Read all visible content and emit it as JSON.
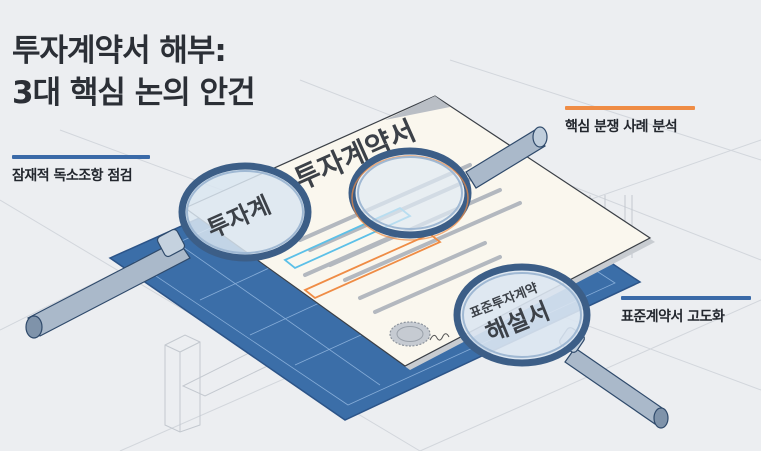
{
  "title": {
    "line1": "투자계약서 해부:",
    "line2": "3대 핵심 논의 안건"
  },
  "callouts": [
    {
      "label": "잠재적 독소조항 점검",
      "bar_color": "#3a6aa8"
    },
    {
      "label": "핵심 분쟁 사례 분석",
      "bar_color": "#ef8c45"
    },
    {
      "label": "표준계약서 고도화",
      "bar_color": "#3a6aa8"
    }
  ],
  "illustration": {
    "document_title": "투자계약서",
    "lens_left_text": "투자계",
    "lens_right_text_line1": "표준투자계약",
    "lens_right_text_line2": "해설서",
    "icons": [
      "magnifier-icon",
      "magnifier-icon",
      "magnifier-icon",
      "seal-icon",
      "blueprint-icon"
    ]
  },
  "colors": {
    "background": "#eceef1",
    "title_text": "#2b2f36",
    "accent_blue": "#3a6aa8",
    "accent_orange": "#ef8c45",
    "highlight_cyan": "#5cc0e8",
    "paper": "#faf7ee"
  }
}
